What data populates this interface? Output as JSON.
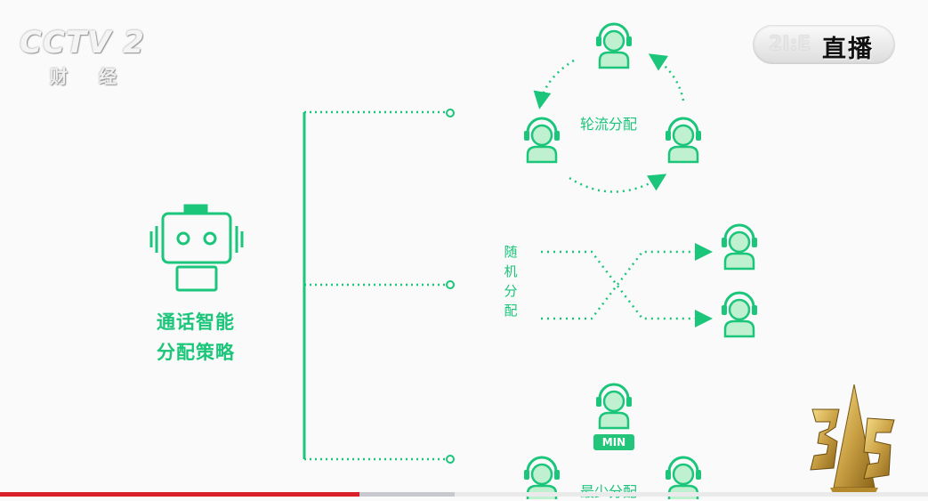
{
  "broadcast": {
    "channel_logo": "CCTV 2",
    "channel_name": "财 经",
    "live_badge": "直播",
    "live_badge_ghost": "2I:E"
  },
  "diagram": {
    "main_label_line1": "通话智能",
    "main_label_line2": "分配策略",
    "branches": [
      {
        "label": "轮流分配"
      },
      {
        "label_chars": [
          "随",
          "机",
          "分",
          "配"
        ]
      },
      {
        "label": "最少分配",
        "badge": "MIN"
      }
    ]
  },
  "colors": {
    "accent": "#1bc57a",
    "agent_fill": "#bff0d0",
    "accent_dark": "#15b36c"
  },
  "icons": [
    "robot-icon",
    "agent-headset-icon",
    "trophy-315-icon"
  ],
  "video": {
    "progress_percent": 38.7,
    "buffered_percent": 49
  }
}
